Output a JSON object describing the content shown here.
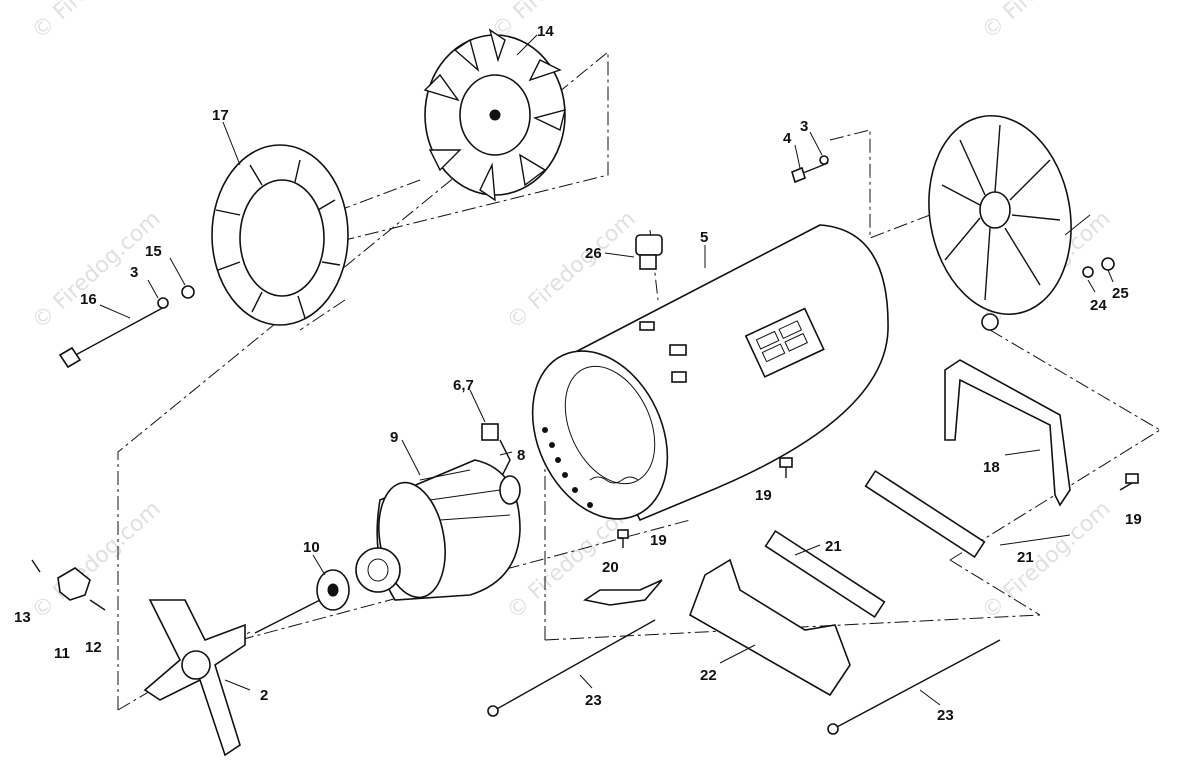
{
  "watermark": "© Firedog.com",
  "labels": {
    "p2": "2",
    "p3a": "3",
    "p3b": "3",
    "p4": "4",
    "p5": "5",
    "p67": "6,7",
    "p8": "8",
    "p9": "9",
    "p10": "10",
    "p11": "11",
    "p12": "12",
    "p13": "13",
    "p14": "14",
    "p15": "15",
    "p16": "16",
    "p17": "17",
    "p18": "18",
    "p19a": "19",
    "p19b": "19",
    "p19c": "19",
    "p20": "20",
    "p21a": "21",
    "p21b": "21",
    "p22": "22",
    "p23a": "23",
    "p23b": "23",
    "p24": "24",
    "p25": "25",
    "p26": "26"
  }
}
